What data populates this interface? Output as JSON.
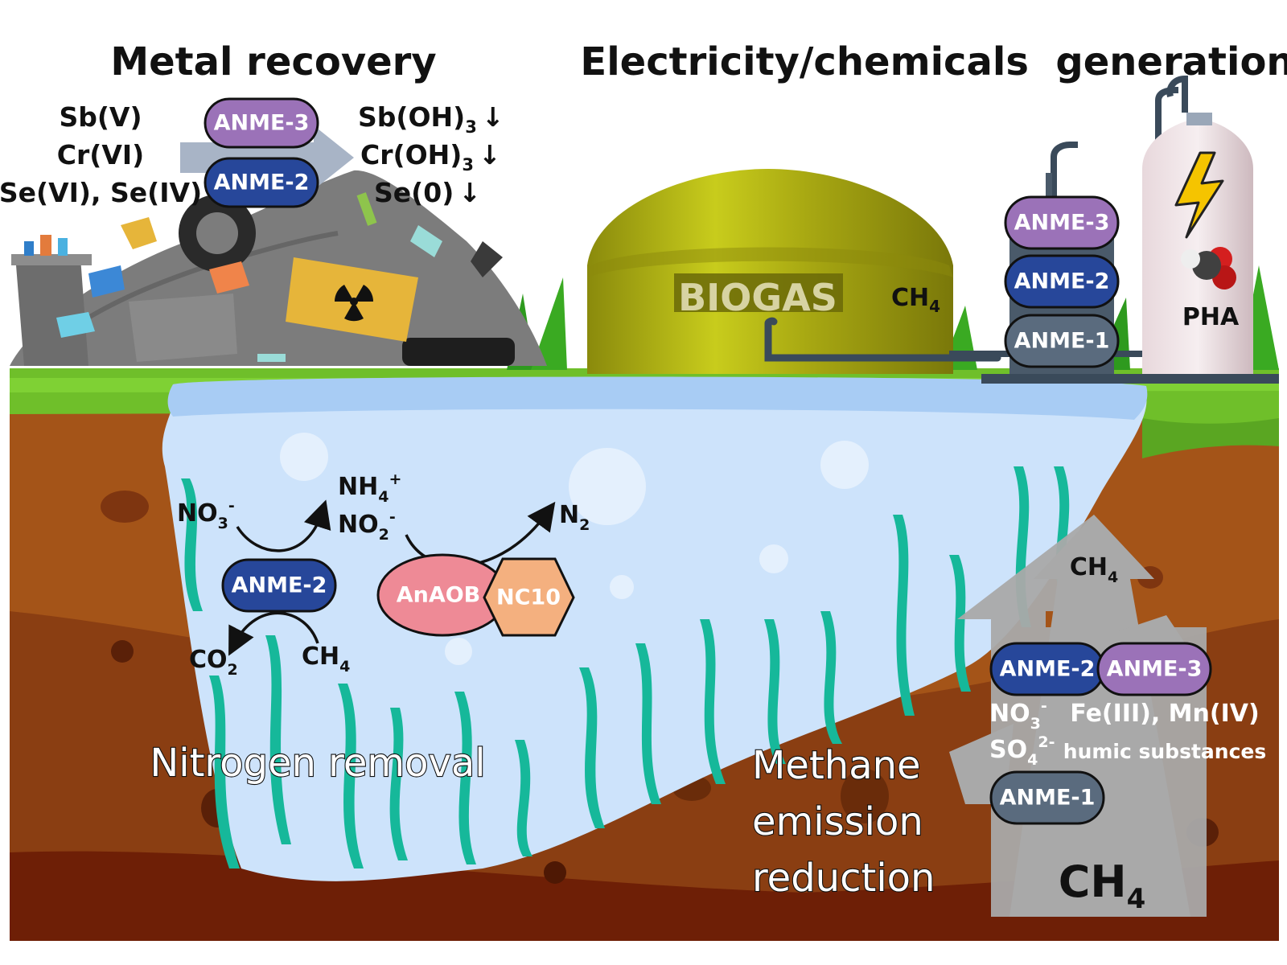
{
  "titles": {
    "metal": "Metal recovery",
    "energy": "Electricity/chemicals  generation"
  },
  "metal": {
    "inputs": [
      "Sb(V)",
      "Cr(VI)",
      "Se(VI), Se(IV)"
    ],
    "outputs": [
      {
        "base": "Sb(OH)",
        "sub": "3",
        "arrow": "↓"
      },
      {
        "base": "Cr(OH)",
        "sub": "3",
        "arrow": "↓"
      },
      {
        "base": "Se(0)",
        "sub": "",
        "arrow": "↓"
      }
    ],
    "microbes": [
      "ANME-3",
      "ANME-2"
    ]
  },
  "biogas": {
    "label": "BIOGAS",
    "gas_base": "CH",
    "gas_sub": "4",
    "microbes": [
      "ANME-3",
      "ANME-2",
      "ANME-1"
    ],
    "product": "PHA"
  },
  "nitrogen": {
    "title": "Nitrogen removal",
    "nitrate_base": "NO",
    "nitrate_sub": "3",
    "nitrate_sup": "-",
    "ammonium_base": "NH",
    "ammonium_sub": "4",
    "ammonium_sup": "+",
    "nitrite_base": "NO",
    "nitrite_sub": "2",
    "nitrite_sup": "-",
    "n2_base": "N",
    "n2_sub": "2",
    "co2_base": "CO",
    "co2_sub": "2",
    "ch4_base": "CH",
    "ch4_sub": "4",
    "anme": "ANME-2",
    "anaob": "AnAOB",
    "nc10": "NC10"
  },
  "methane": {
    "title_lines": [
      "Methane",
      "emission",
      "reduction"
    ],
    "top_base": "CH",
    "top_sub": "4",
    "bottom_base": "CH",
    "bottom_sub": "4",
    "microbes": [
      "ANME-2",
      "ANME-3",
      "ANME-1"
    ],
    "acceptors": {
      "nitrate_base": "NO",
      "nitrate_sub": "3",
      "nitrate_sup": "-",
      "sulfate_base": "SO",
      "sulfate_sub": "4",
      "sulfate_sup": "2-",
      "metals": "Fe(III), Mn(IV)",
      "humic": "humic substances"
    }
  },
  "colors": {
    "anme2": "#27479a",
    "anme3": "#9b72b8",
    "anme1": "#5a6b7e",
    "anaob": "#ee8a96",
    "nc10": "#f4b07f",
    "grass": "#6fbf2a",
    "water": "#cde3fb",
    "soil": "#a0501a",
    "dome": "#9a9a10",
    "seaweed": "#16b89a"
  },
  "icons": [
    "lightning-icon",
    "radiation-icon",
    "co2-molecule-icon",
    "tire-icon",
    "trash-can-icon"
  ]
}
